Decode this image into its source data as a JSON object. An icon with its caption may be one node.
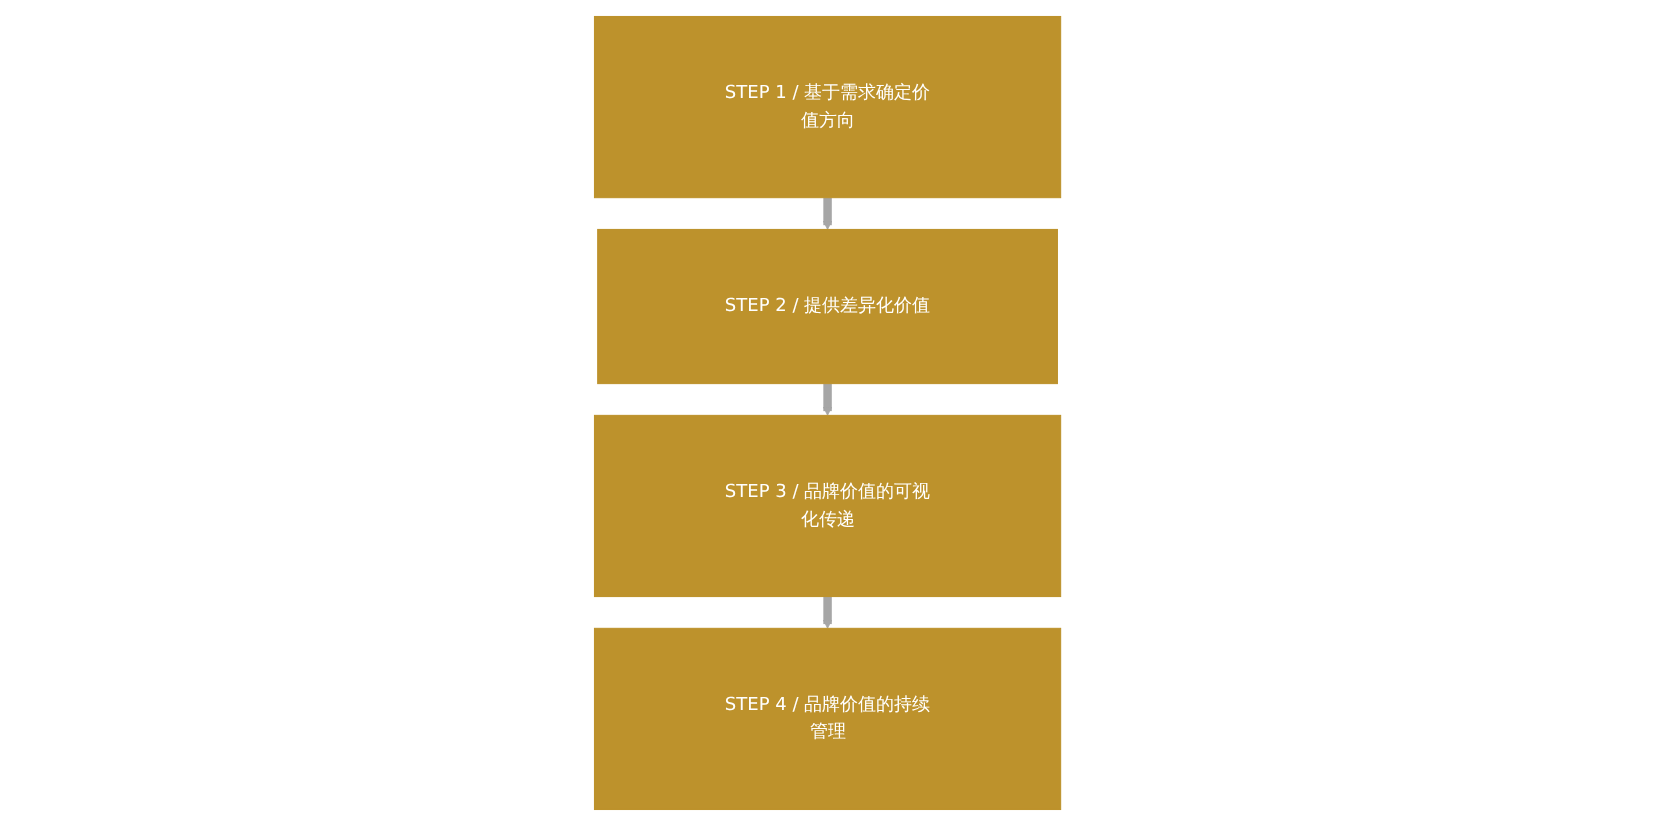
{
  "diagram": {
    "nodes": [
      {
        "text": [
          "STEP 1 / 基于需求确定价值方向"
        ]
      },
      {
        "text": [
          "STEP 2 / 提供差异化价值"
        ]
      },
      {
        "text": [
          "STEP 3 / 品牌价值的可视化传递"
        ]
      },
      {
        "text": [
          "STEP 4 / 品牌价值的持续管理"
        ]
      }
    ],
    "edges": [
      {
        "from": 0,
        "to": 1,
        "arrow": "to"
      },
      {
        "from": 1,
        "to": 2,
        "arrow": "to"
      },
      {
        "from": 2,
        "to": 3,
        "arrow": "to"
      }
    ]
  }
}
